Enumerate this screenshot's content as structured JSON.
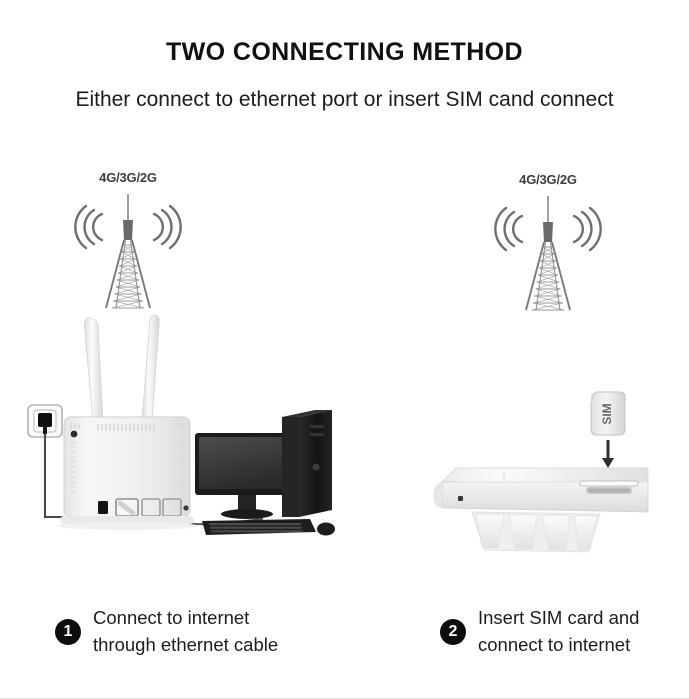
{
  "header": {
    "title": "TWO CONNECTING METHOD",
    "subtitle": "Either connect to ethernet port or insert SIM cand connect"
  },
  "colors": {
    "background": "#ffffff",
    "text": "#1c1c1c",
    "title": "#111111",
    "badge_fill": "#0d0d0d",
    "badge_text": "#ffffff",
    "tower": "#6e6e6e",
    "tower_label": "#3d3d3d",
    "router_body": "#f2f2f2",
    "router_shade": "#d9d9d9",
    "cable": "#4a4a4a",
    "pc_dark": "#1b1b1b",
    "screen": "#3a3a3a",
    "bottom_rule": "#e2e2e2"
  },
  "methods": [
    {
      "number": "1",
      "tower_label": "4G/3G/2G",
      "caption": "Connect to internet\nthrough ethernet cable",
      "devices": {
        "router_name": "4g-lte-router-rear",
        "antenna_count": 2,
        "peripheral": "desktop-computer",
        "wall_jack": "ethernet-wall-socket",
        "cable": "ethernet-cable"
      }
    },
    {
      "number": "2",
      "tower_label": "4G/3G/2G",
      "caption": "Insert SIM card and\nconnect to internet",
      "devices": {
        "router_name": "4g-lte-router-side",
        "sim_label": "SIM",
        "slot": "sim-card-slot",
        "arrow": "insert-arrow-down"
      }
    }
  ]
}
